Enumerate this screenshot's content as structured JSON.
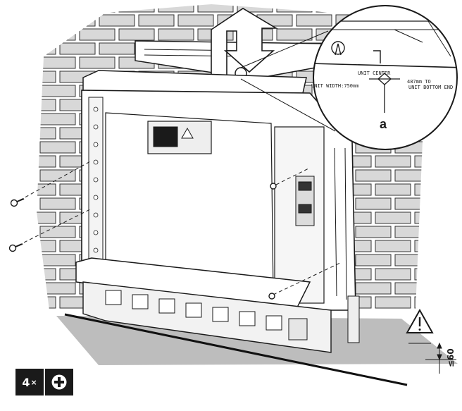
{
  "figure": {
    "zoom_callout": {
      "label_unit_center": "UNIT CENTER",
      "label_unit_width": "UNIT WIDTH:750mm",
      "label_offset": "487mm TO",
      "label_bottom_end": "UNIT BOTTOM END",
      "marker": "a"
    },
    "floor_clearance": "≤60",
    "fastener_count": "4",
    "fastener_multiplier": "×",
    "icons": [
      "arrow-down-icon",
      "warning-icon",
      "screwdriver-phillips-icon",
      "screw-icon"
    ],
    "colors": {
      "brick_fill": "#d8d8d8",
      "floor_fill": "#bdbdbd",
      "line": "#1a1a1a",
      "badge": "#1a1a1a"
    }
  }
}
